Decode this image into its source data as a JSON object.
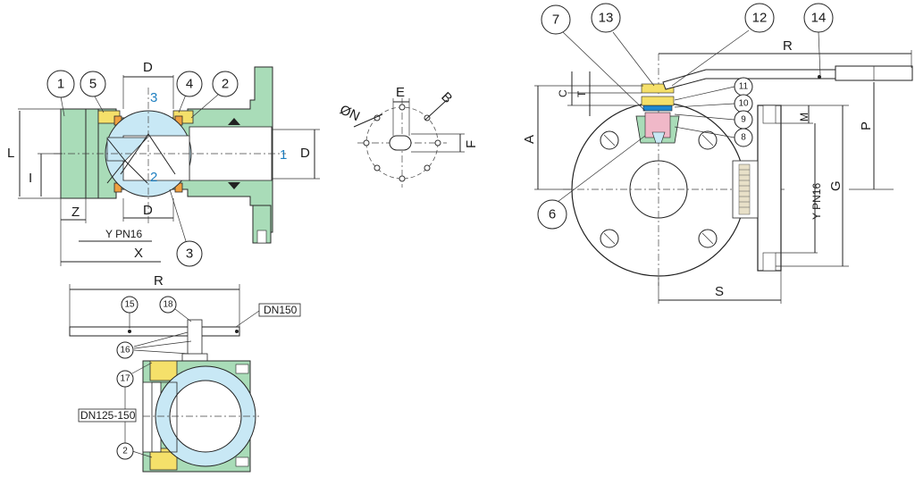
{
  "view_section": {
    "callouts": [
      "1",
      "5",
      "4",
      "2",
      "3"
    ],
    "dims": {
      "D_top": "D",
      "D_bottom": "D",
      "L": "L",
      "I": "I",
      "Z": "Z",
      "X": "X",
      "D_right": "D",
      "Y": "Y PN16"
    },
    "ports": {
      "p1": "1",
      "p2": "2",
      "p3": "3"
    }
  },
  "view_flange": {
    "dims": {
      "E": "E",
      "B": "B",
      "F": "F",
      "N": "ØN"
    }
  },
  "view_front": {
    "callouts": [
      "7",
      "13",
      "12",
      "14",
      "11",
      "10",
      "9",
      "8",
      "6"
    ],
    "dims": {
      "R": "R",
      "C": "C",
      "T": "T",
      "A": "A",
      "M": "M",
      "P": "P",
      "G": "G",
      "Y": "Y PN16",
      "S": "S"
    }
  },
  "view_top": {
    "callouts": [
      "15",
      "18",
      "16",
      "17",
      "2"
    ],
    "dims": {
      "R": "R"
    },
    "labels": {
      "dn150": "DN150",
      "dn125": "DN125-150"
    }
  },
  "colors": {
    "body": "#a9dcb8",
    "ball": "#c8e8f5",
    "seat": "#f0a040",
    "stem_yellow": "#f5e06a",
    "accent_blue": "#1e7fc0",
    "pink": "#f0b8c8"
  }
}
